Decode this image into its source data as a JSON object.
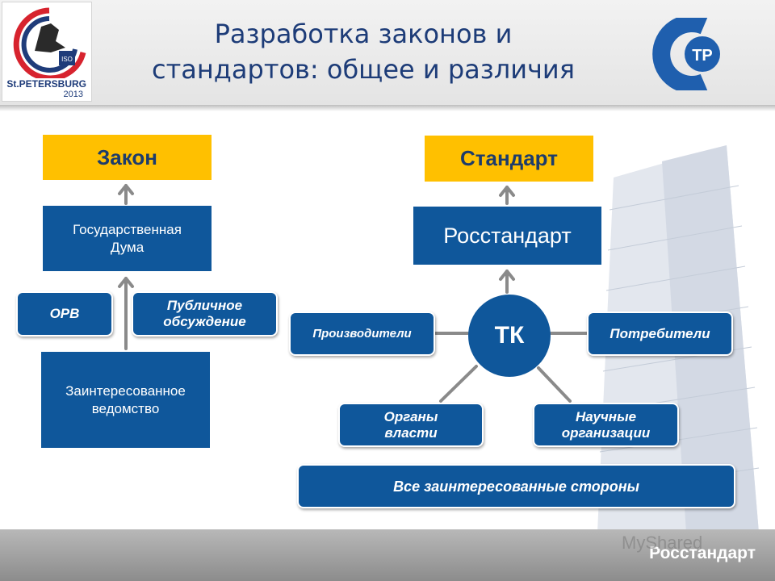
{
  "header": {
    "title_line1": "Разработка законов и",
    "title_line2": "стандартов: общее и различия",
    "event_logo": {
      "text": "St.PETERSBURG",
      "year": "2013",
      "badge": "ISO"
    },
    "brand_logo_text": "ТР"
  },
  "law": {
    "heading": "Закон",
    "duma": [
      "Государственная",
      "Дума"
    ],
    "orv": "ОРВ",
    "public": [
      "Публичное",
      "обсуждение"
    ],
    "agency": [
      "Заинтересованное",
      "ведомство"
    ]
  },
  "standard": {
    "heading": "Стандарт",
    "rosstandart": "Росстандарт",
    "tk": "ТК",
    "producers": "Производители",
    "consumers": "Потребители",
    "authorities": [
      "Органы",
      "власти"
    ],
    "science": [
      "Научные",
      "организации"
    ],
    "all": "Все заинтересованные стороны"
  },
  "footer": {
    "org": "Росстандарт",
    "watermark": "MyShared"
  },
  "colors": {
    "box_blue": "#0f579b",
    "heading_yellow": "#ffc000",
    "title_blue": "#1d3c78"
  }
}
